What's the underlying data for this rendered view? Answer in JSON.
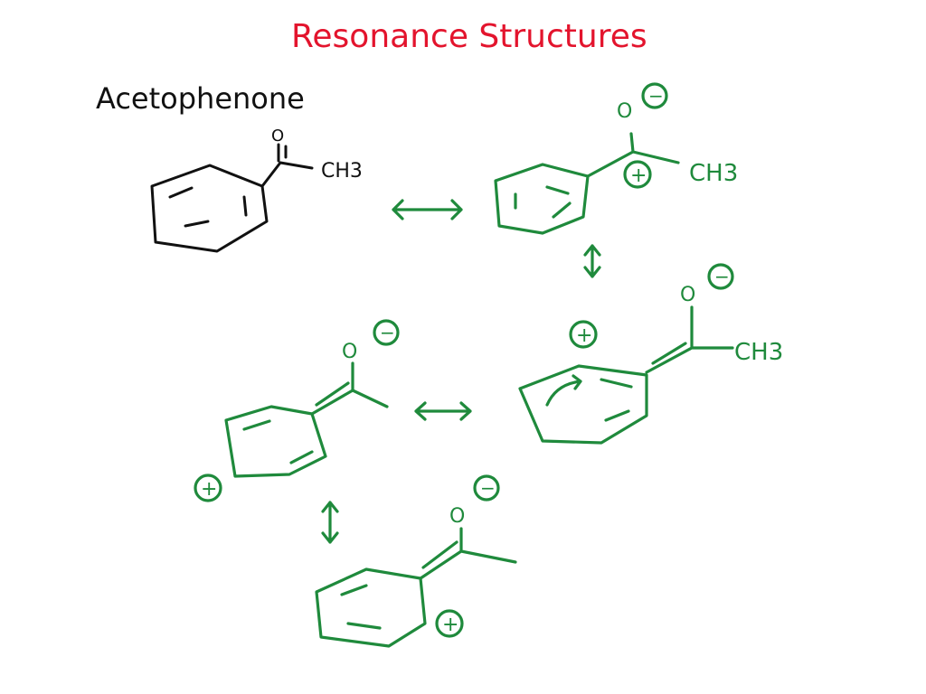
{
  "title": "Resonance Structures",
  "compound_name": "Acetophenone",
  "labels": {
    "oxygen": "O",
    "methyl": "CH3",
    "negative": "−",
    "positive": "+"
  },
  "colors": {
    "title": "#e3142d",
    "starting_structure": "#111111",
    "resonance": "#1f8a3c"
  }
}
